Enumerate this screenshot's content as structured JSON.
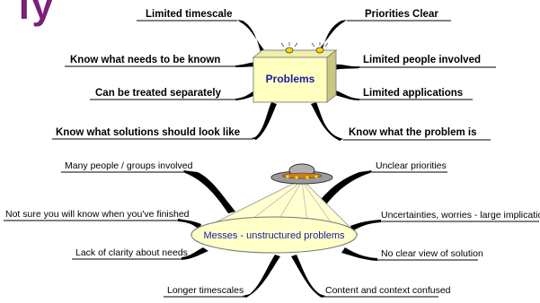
{
  "slide": {
    "heading_fragment": "Ty"
  },
  "problems": {
    "center_label": "Problems",
    "left_branches": [
      "Limited timescale",
      "Know what needs to be known",
      "Can be treated separately",
      "Know what solutions should look like"
    ],
    "right_branches": [
      "Priorities Clear",
      "Limited people involved",
      "Limited applications",
      "Know what the problem is"
    ]
  },
  "messes": {
    "center_label": "Messes - unstructured problems",
    "left_branches": [
      "Many people / groups involved",
      "Not sure you will know when you've finished",
      "Lack of clarity about needs",
      "Longer timescales"
    ],
    "right_branches": [
      "Unclear priorities",
      "Uncertainties, worries - large implications",
      "No clear view of solution",
      "Content and context confused"
    ]
  },
  "colors": {
    "heading": "#7a1f7a",
    "box_face": "#ffffc0",
    "box_side": "#d8d890",
    "ellipse_fill": "#ffffc8",
    "center_text": "#1a1aa8"
  }
}
